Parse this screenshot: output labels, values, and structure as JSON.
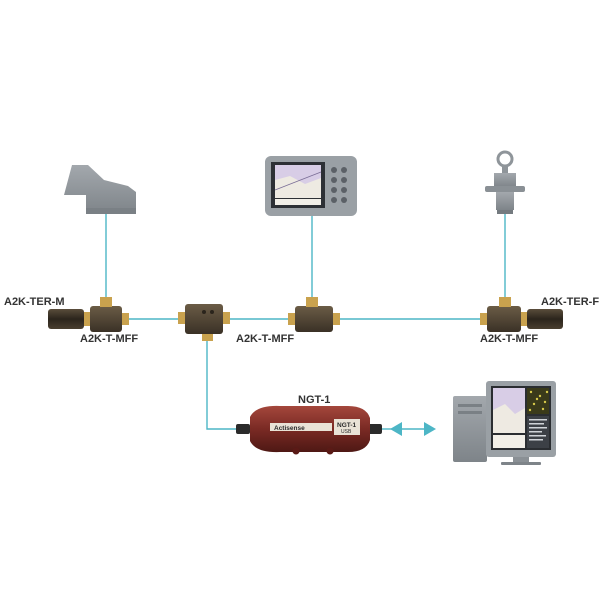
{
  "labels": {
    "ter_m": "A2K-TER-M",
    "ter_f": "A2K-TER-F",
    "tee_left": "A2K-T-MFF",
    "tee_mid": "A2K-T-MFF",
    "tee_right": "A2K-T-MFF",
    "ngt": "NGT-1"
  },
  "device_text": {
    "ngt_brand": "Actisense",
    "ngt_model": "NGT-1",
    "ngt_sub": "USB"
  },
  "colors": {
    "cable": "#4db6c6",
    "connector_body": "#4a3f30",
    "brass": "#c9a24e",
    "ngt_body": "#7a2a24",
    "device_gray": "#8a8f94",
    "label_text": "#333333"
  },
  "icons": [
    "transducer-icon",
    "chartplotter-icon",
    "through-hull-sensor-icon",
    "computer-icon"
  ]
}
